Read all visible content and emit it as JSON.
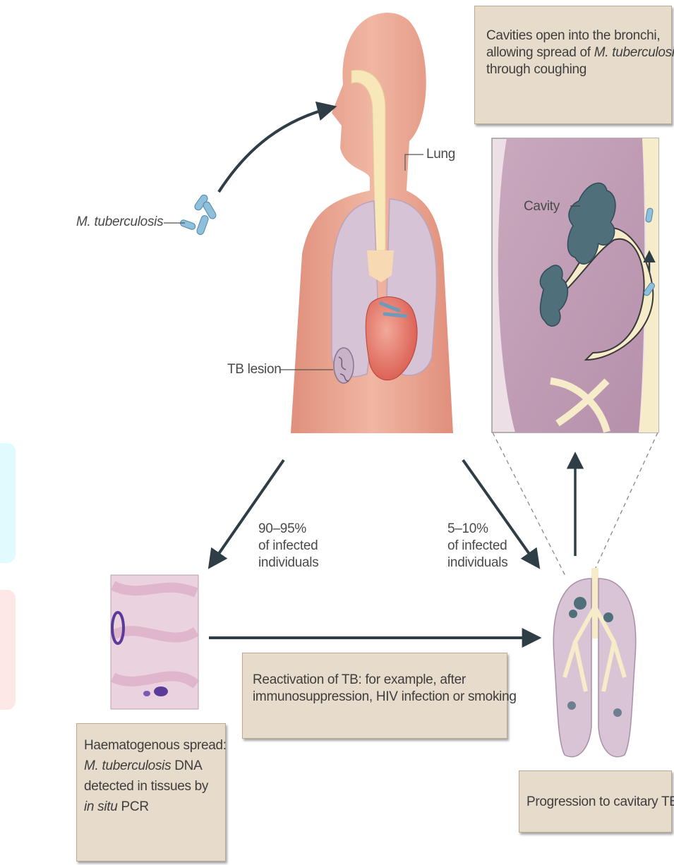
{
  "labels": {
    "bacteria": "M. tuberculosis",
    "lung": "Lung",
    "tb_lesion": "TB lesion",
    "cavity": "Cavity",
    "latent_pct": "90–95%",
    "latent_rest_1": "of infected",
    "latent_rest_2": "individuals",
    "active_pct": "5–10%",
    "active_rest_1": "of infected",
    "active_rest_2": "individuals"
  },
  "boxes": {
    "cavities": {
      "line1": "Cavities open into the bronchi,",
      "line2_pre": "allowing spread of ",
      "line2_em": "M. tuberculosis",
      "line3": "through coughing"
    },
    "reactivation": {
      "line1": "Reactivation of TB: for example, after",
      "line2": "immunosuppression, HIV infection or smoking"
    },
    "haematogenous": {
      "line1": "Haematogenous spread:",
      "line2_em": "M. tuberculosis",
      "line2_post": " DNA",
      "line3": "detected in tissues by",
      "line4_em": "in situ",
      "line4_post": " PCR"
    },
    "progression": "Progression to cavitary TB"
  },
  "colors": {
    "skin": "#eaa793",
    "lung": "#d7c6d6",
    "box_bg": "#e7dccb",
    "arrow": "#2f3e46",
    "bacteria": "#7fb3cf"
  }
}
